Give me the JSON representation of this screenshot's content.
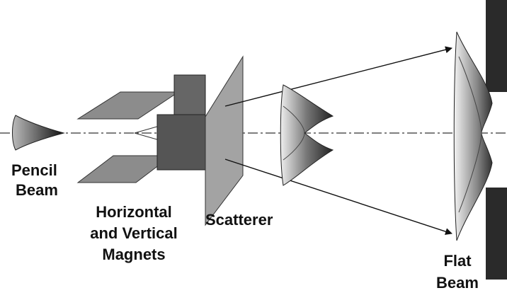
{
  "labels": {
    "pencil_beam": [
      "Pencil",
      "Beam"
    ],
    "magnets": [
      "Horizontal",
      "and Vertical",
      "Magnets"
    ],
    "scatterer": "Scatterer",
    "flat_beam": [
      "Flat",
      "Beam"
    ]
  },
  "colors": {
    "block_dark": "#555555",
    "block_mid": "#777777",
    "plate": "#9a9a9a",
    "collimator": "#2a2a2a"
  }
}
